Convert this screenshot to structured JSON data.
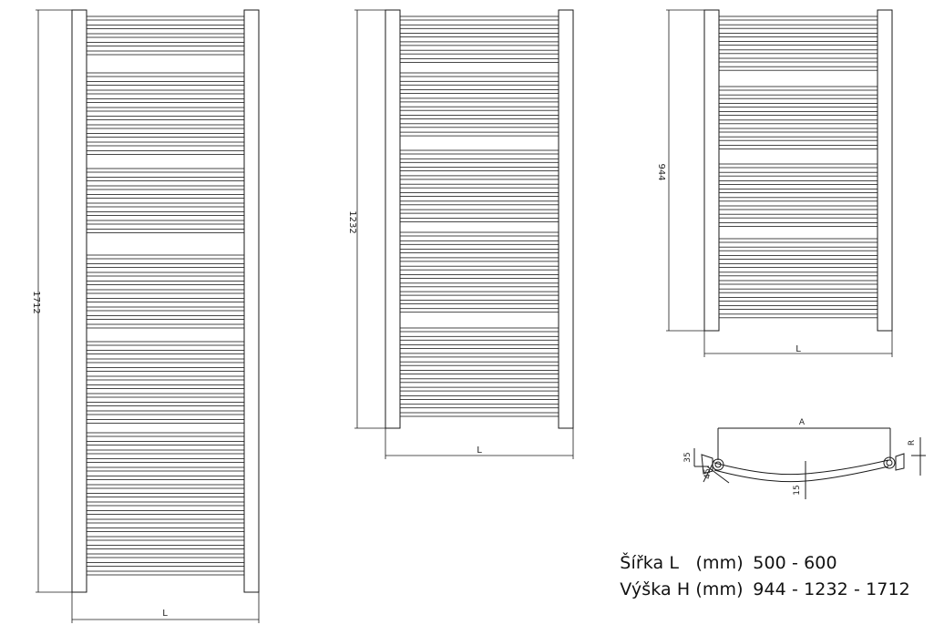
{
  "drawings": {
    "large": {
      "height_label": "1712",
      "width_label": "L"
    },
    "medium": {
      "height_label": "1232",
      "width_label": "L"
    },
    "small": {
      "height_label": "944",
      "width_label": "L"
    },
    "profile": {
      "a_label": "A",
      "r_label": "R",
      "d35_label": "35",
      "d45_label": "45",
      "d15_label": "15"
    }
  },
  "specs": {
    "width": {
      "label": "Šířka L   (mm)",
      "value": "500 - 600"
    },
    "height": {
      "label": "Výška H (mm)",
      "value": "944 - 1232 - 1712"
    }
  },
  "colors": {
    "line": "#1a1a1a",
    "fill": "#ffffff"
  }
}
